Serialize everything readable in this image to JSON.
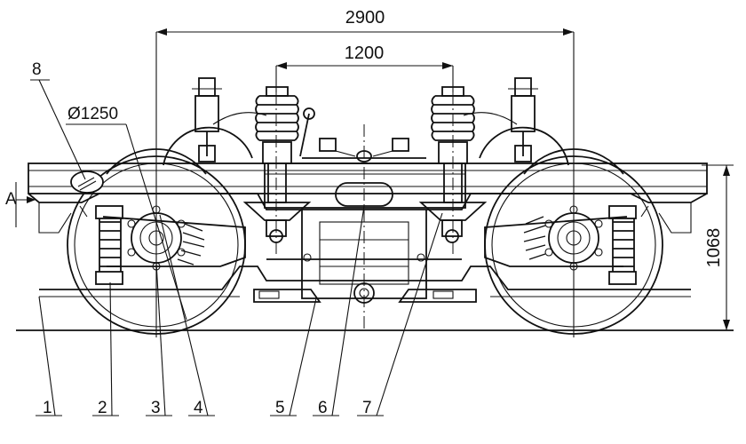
{
  "dimensions": {
    "wheelbase": "2900",
    "spring_spacing": "1200",
    "wheel_diameter": "Ø1250",
    "height": "1068",
    "section_mark": "A"
  },
  "callouts": [
    "1",
    "2",
    "3",
    "4",
    "5",
    "6",
    "7",
    "8"
  ]
}
